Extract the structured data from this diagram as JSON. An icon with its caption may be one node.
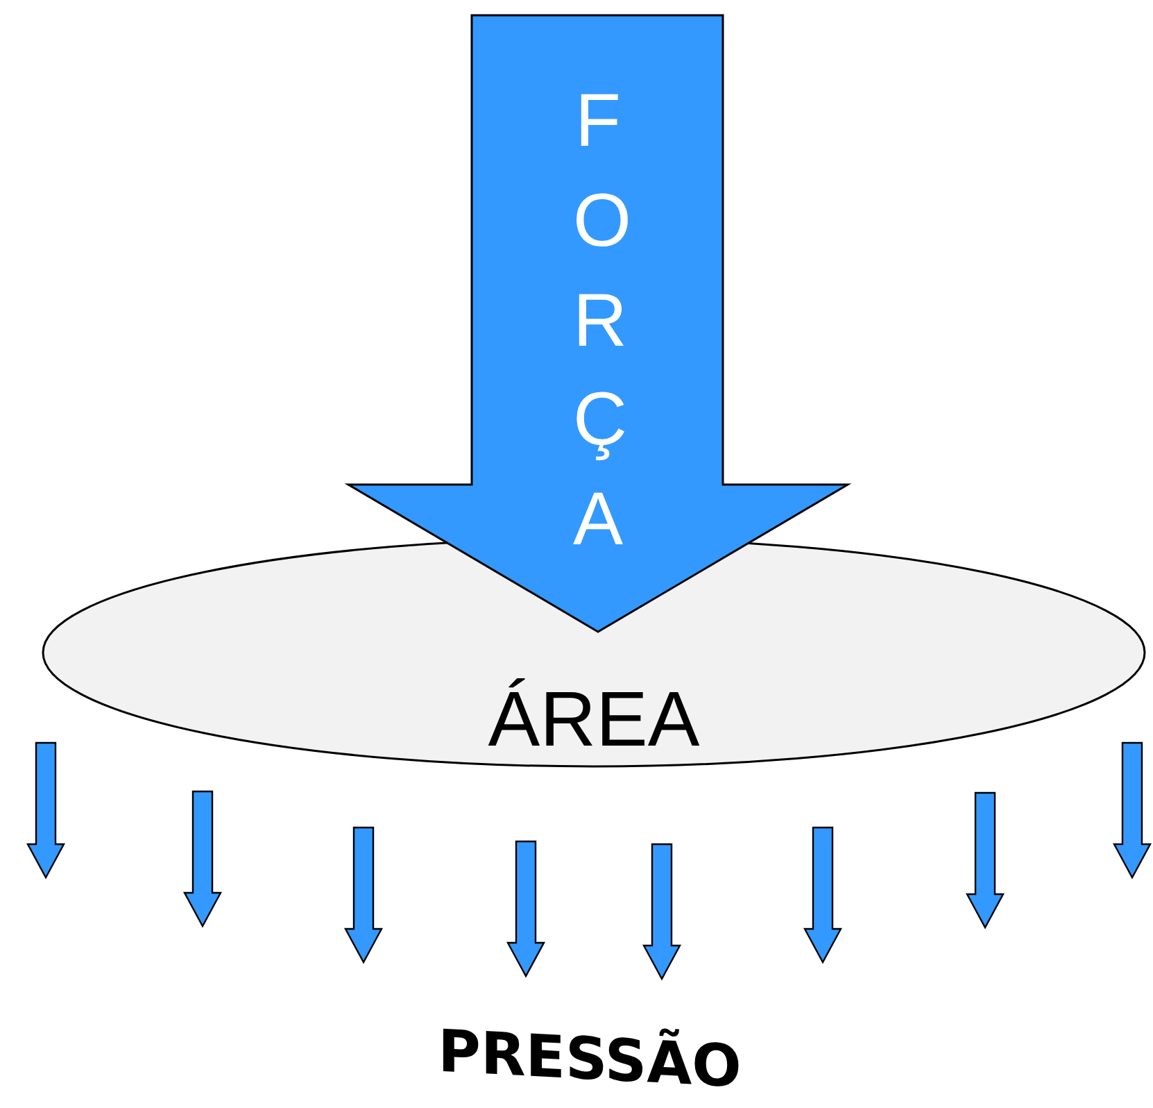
{
  "diagram": {
    "nodes": [
      {
        "text": [
          "ÁREA"
        ]
      },
      {
        "text": [
          "FORÇA"
        ]
      }
    ],
    "labels": [
      "PRESSÃO"
    ]
  }
}
